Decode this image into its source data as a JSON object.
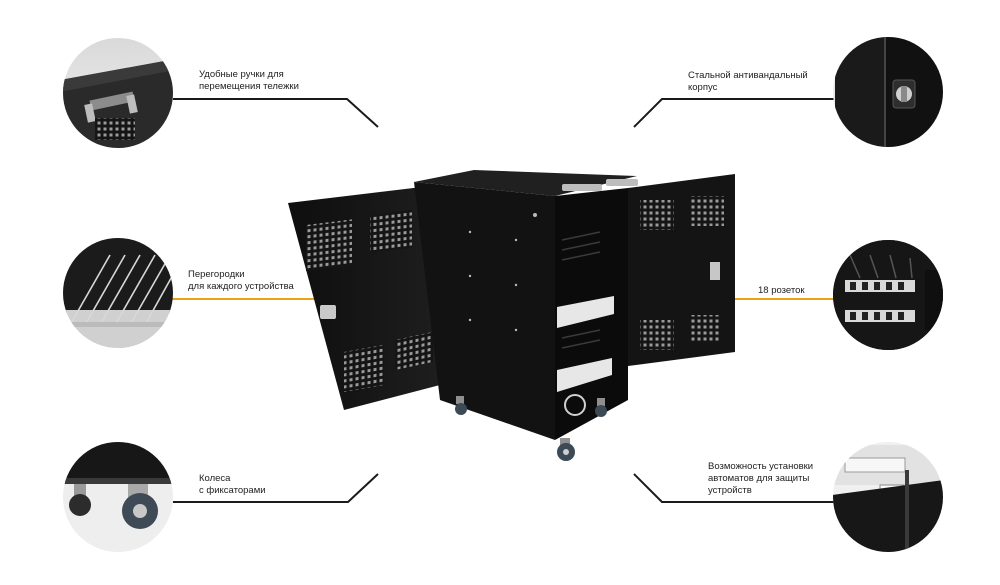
{
  "features": {
    "handles": {
      "text": "Удобные ручки для\nперемещения тележки"
    },
    "body": {
      "text": "Стальной антивандальный\nкорпус"
    },
    "dividers": {
      "text": "Перегородки\nдля каждого устройства"
    },
    "sockets": {
      "text": "18 розеток"
    },
    "wheels": {
      "text": "Колеса\nс фиксаторами"
    },
    "breakers": {
      "text": "Возможность установки\nавтоматов для защиты\nустройств"
    }
  },
  "colors": {
    "line_black": "#1a1a1a",
    "line_accent": "#e8a317",
    "cabinet": "#141414"
  }
}
